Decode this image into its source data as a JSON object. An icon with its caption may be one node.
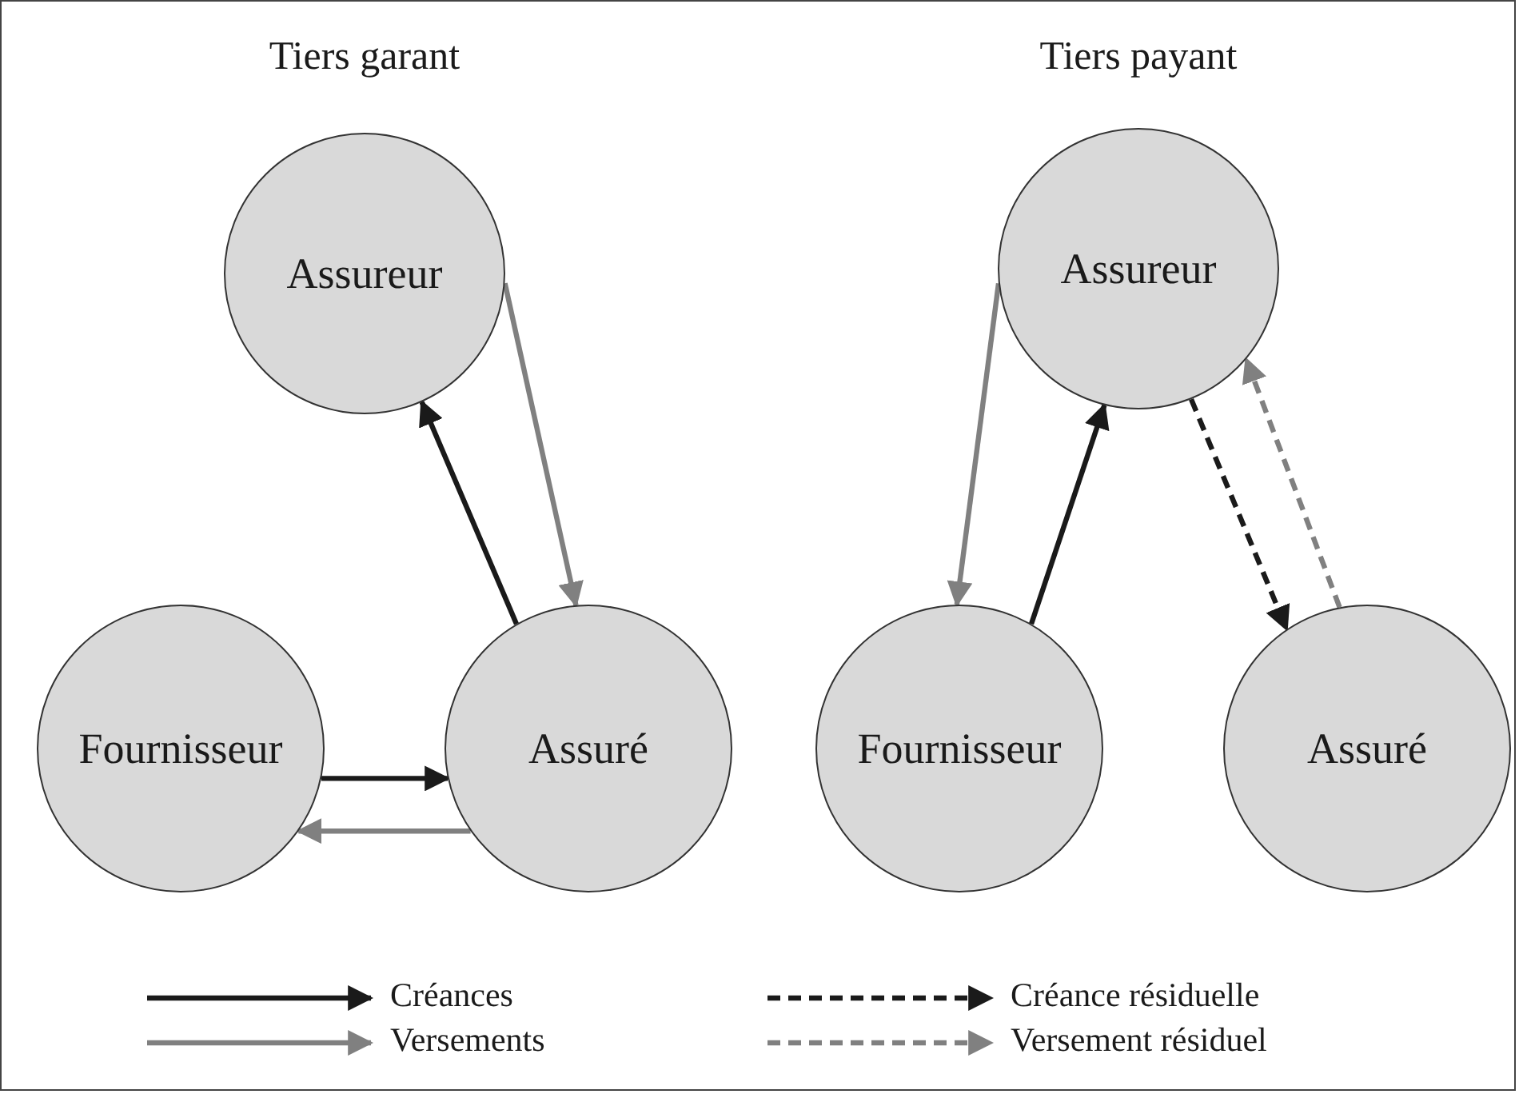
{
  "diagram": {
    "nodes": [
      {
        "text": [
          "Assureur"
        ]
      },
      {
        "text": [
          "Fournisseur"
        ]
      },
      {
        "text": [
          "Assuré"
        ]
      },
      {
        "text": [
          "Assureur"
        ]
      },
      {
        "text": [
          "Fournisseur"
        ]
      },
      {
        "text": [
          "Assuré"
        ]
      }
    ],
    "edges": [
      {
        "from": 2,
        "to": 0,
        "arrow": "to"
      },
      {
        "from": 0,
        "to": 2,
        "arrow": "to",
        "color": "#808080"
      },
      {
        "from": 1,
        "to": 2,
        "arrow": "to"
      },
      {
        "from": 2,
        "to": 1,
        "arrow": "to",
        "color": "#808080"
      },
      {
        "from": 3,
        "to": 4,
        "arrow": "to",
        "color": "#808080"
      },
      {
        "from": 4,
        "to": 3,
        "arrow": "to"
      },
      {
        "from": 3,
        "to": 5,
        "arrow": "to",
        "style": "dashed"
      },
      {
        "from": 5,
        "to": 3,
        "arrow": "to",
        "style": "dashed",
        "color": "#808080"
      }
    ],
    "labels": [
      "Tiers garant",
      "Tiers payant"
    ],
    "legend": [
      {
        "text": "Créances"
      },
      {
        "text": "Créance résiduelle"
      },
      {
        "text": "Versements"
      },
      {
        "text": "Versement résiduel"
      }
    ]
  }
}
